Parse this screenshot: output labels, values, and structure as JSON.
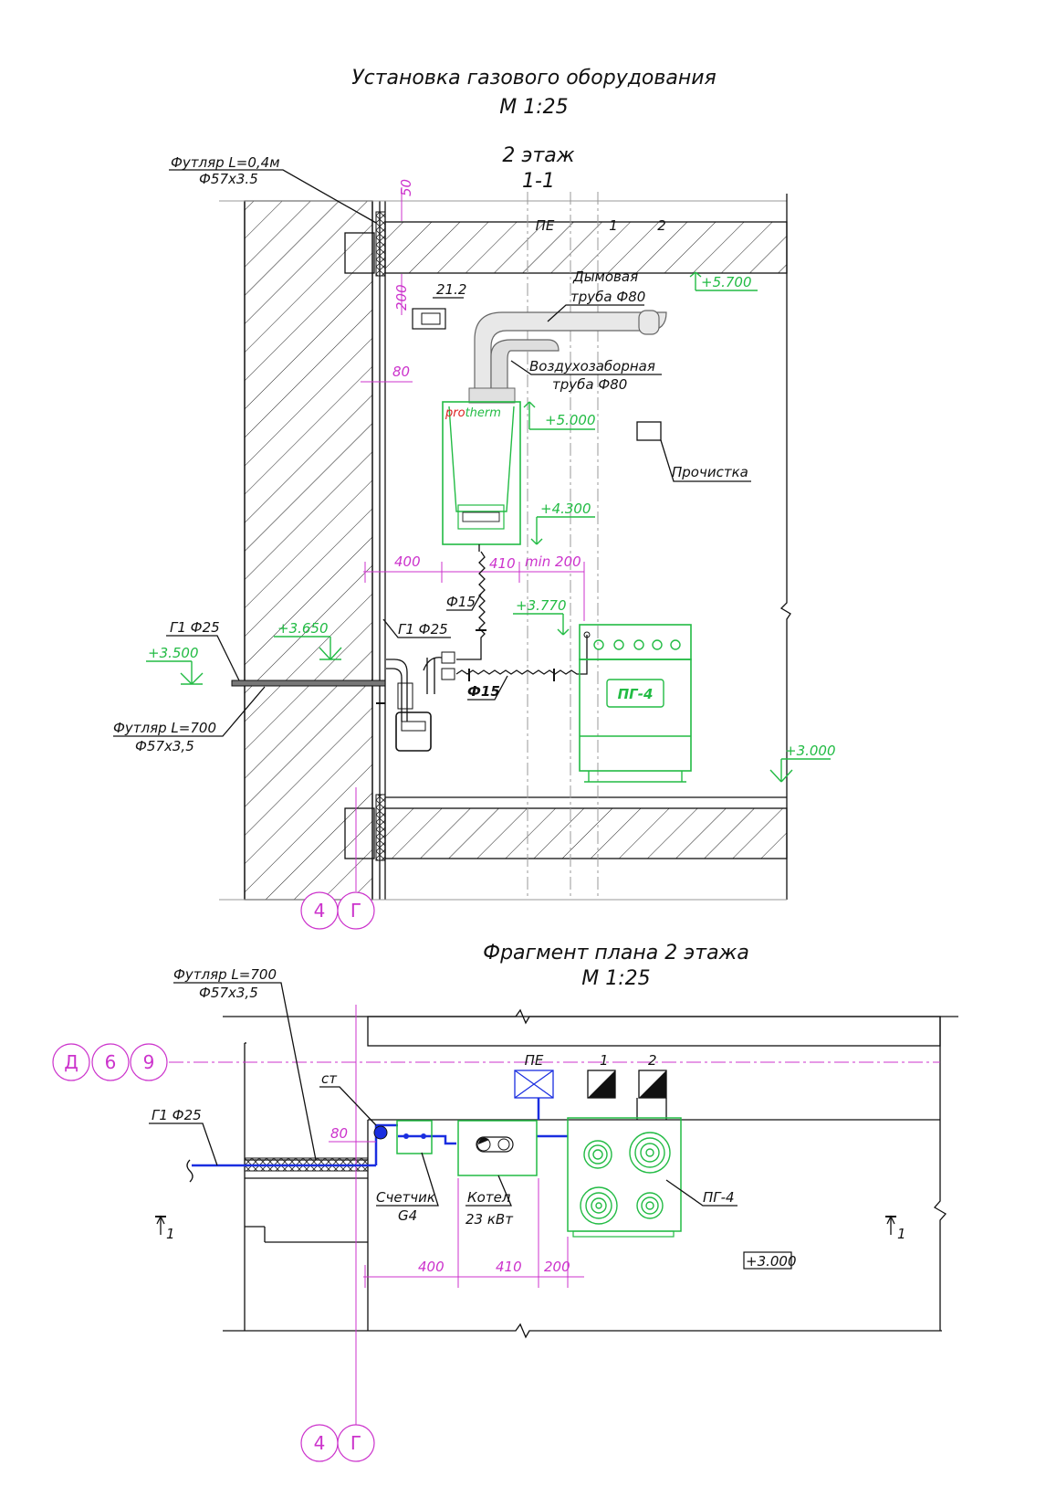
{
  "title": {
    "line1": "Установка газового оборудования",
    "line2": "М 1:25"
  },
  "section": {
    "floor": "2 этаж",
    "cut": "1-1",
    "sleeve_top_line1": "Футляр L=0,4м",
    "sleeve_top_line2": "Ф57х3.5",
    "sleeve_bottom_line1": "Футляр L=700",
    "sleeve_bottom_line2": "Ф57х3,5",
    "dim_50": "50",
    "dim_200": "200",
    "dim_80": "80",
    "dim_400": "400",
    "dim_410": "410",
    "dim_min200": "min 200",
    "channel_pe": "ПЕ",
    "channel_1": "1",
    "channel_2": "2",
    "thermostat": "21.2",
    "flue_line1": "Дымовая",
    "flue_line2": "труба Ф80",
    "air_line1": "Воздухозаборная",
    "air_line2": "труба Ф80",
    "boiler_brand_pro": "pro",
    "boiler_brand_therm": "therm",
    "cleanout": "Прочистка",
    "mark_5700": "+5.700",
    "mark_5000": "+5.000",
    "mark_4300": "+4.300",
    "mark_3770": "+3.770",
    "mark_3650": "+3.650",
    "mark_3500": "+3.500",
    "mark_3000": "+3.000",
    "pipe_g1_left": "Г1 Ф25",
    "pipe_g1_riser": "Г1 Ф25",
    "pipe_d15_a": "Ф15",
    "pipe_d15_b": "Ф15",
    "stove": "ПГ-4",
    "axis_4": "4",
    "axis_g": "Г"
  },
  "plan": {
    "title_line1": "Фрагмент плана 2 этажа",
    "title_line2": "М 1:25",
    "sleeve_line1": "Футляр L=700",
    "sleeve_line2": "Ф57х3,5",
    "riser": "ст",
    "pipe_g1": "Г1 Ф25",
    "dim_80": "80",
    "channel_pe": "ПЕ",
    "channel_1": "1",
    "channel_2": "2",
    "meter_line1": "Счетчик",
    "meter_line2": "G4",
    "boiler_line1": "Котел",
    "boiler_line2": "23 кВт",
    "stove": "ПГ-4",
    "dim_400": "400",
    "dim_410": "410",
    "dim_200": "200",
    "level": "+3.000",
    "cut_left": "1",
    "cut_right": "1",
    "axis_d": "Д",
    "axis_6": "6",
    "axis_9": "9",
    "axis_4": "4",
    "axis_g": "Г"
  },
  "colors": {
    "dimension": "#cc33cc",
    "equipment": "#22bb44",
    "gas_pipe": "#1a2ee0",
    "construction": "#111111"
  }
}
